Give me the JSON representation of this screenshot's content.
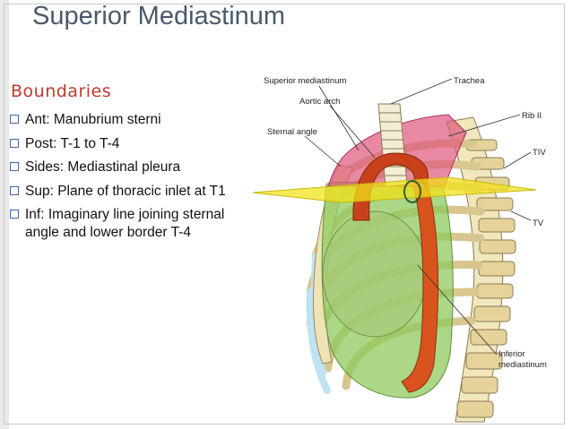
{
  "slide": {
    "title": "Superior Mediastinum",
    "section_heading": "Boundaries",
    "bullets": [
      "Ant:  Manubrium sterni",
      "Post:  T-1 to T-4",
      "Sides:  Mediastinal pleura",
      "Sup:  Plane of thoracic inlet at T1",
      "Inf:  Imaginary line joining sternal  angle and lower border T-4"
    ]
  },
  "figure": {
    "labels": {
      "superior_mediastinum": "Superior mediastinum",
      "trachea": "Trachea",
      "aortic_arch": "Aortic arch",
      "rib_ii": "Rib II",
      "sternal_angle": "Sternal angle",
      "tiv": "TIV",
      "tv": "TV",
      "inferior_line1": "Inferior",
      "inferior_line2": "mediastinum"
    },
    "colors": {
      "superior_region": "#e0567a",
      "inferior_region": "#8fc95e",
      "plane": "#f1e21c",
      "bone": "#efe2b5",
      "aorta": "#d9531e"
    }
  }
}
